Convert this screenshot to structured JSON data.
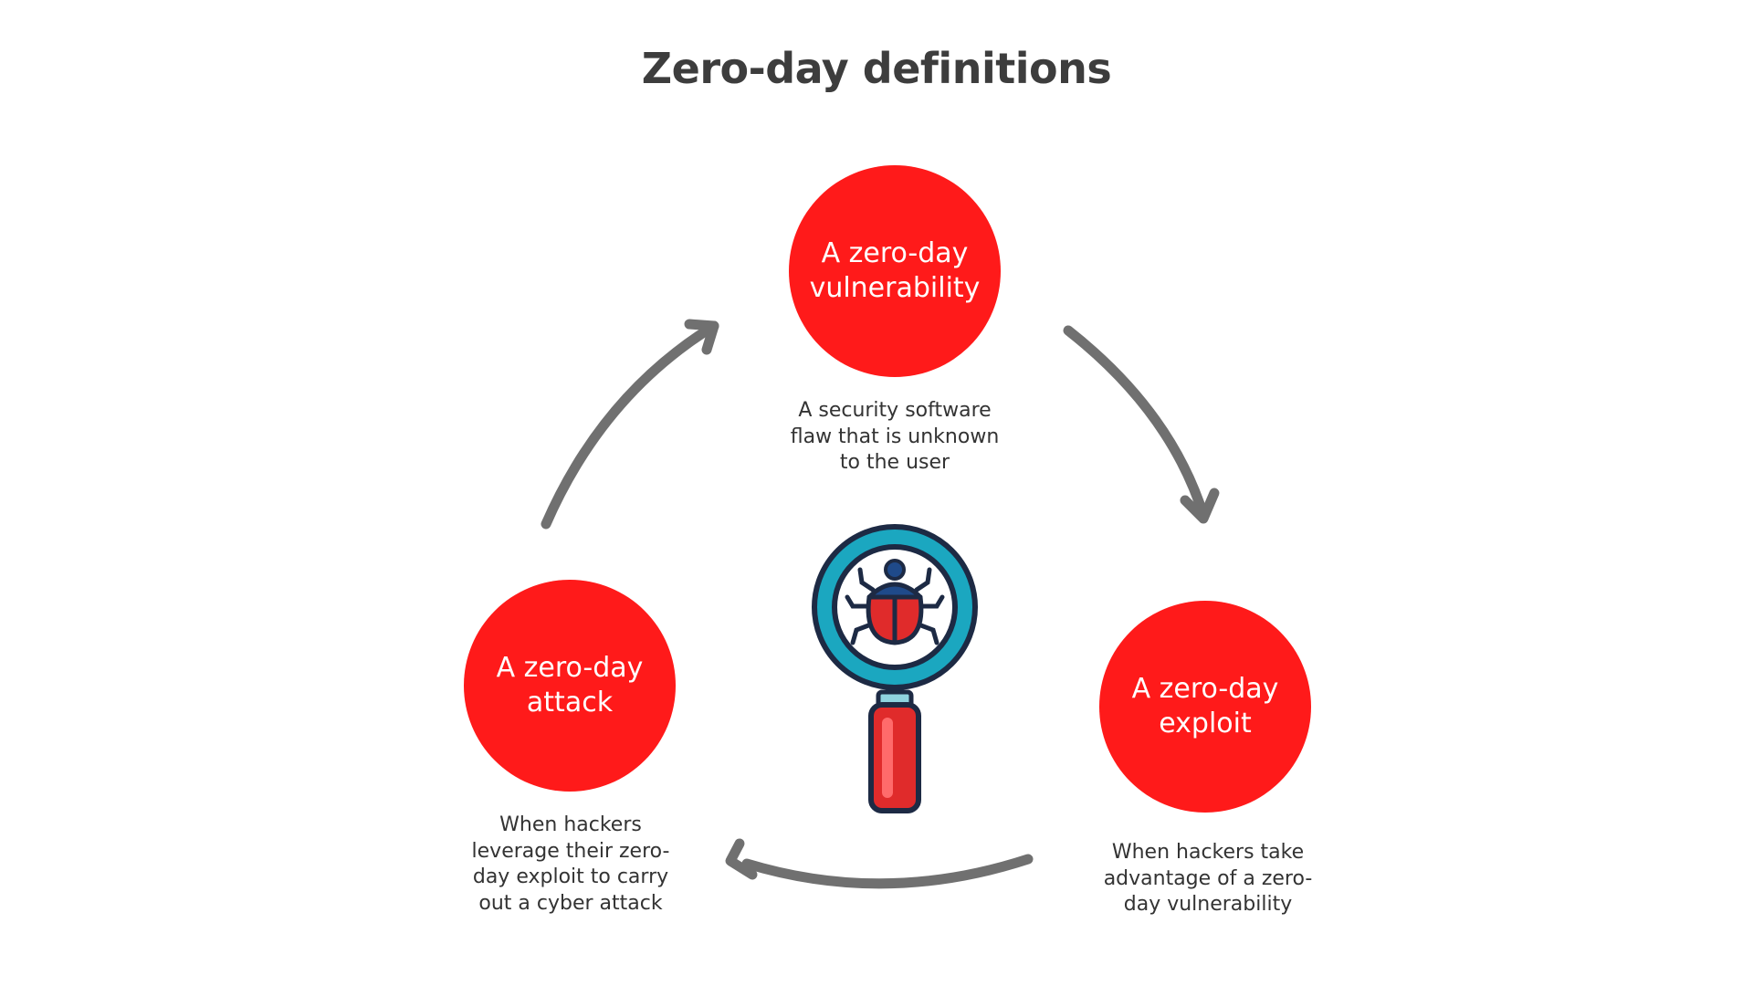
{
  "title": "Zero-day definitions",
  "nodes": [
    {
      "label": "A zero-day vulnerability",
      "description": "A security software flaw that is unknown to the user"
    },
    {
      "label": "A zero-day exploit",
      "description": "When hackers take advantage of a zero-day vulnerability"
    },
    {
      "label": "A zero-day attack",
      "description": "When hackers leverage their zero-day exploit to carry out a cyber attack"
    }
  ],
  "colors": {
    "node_fill": "#ff1a1a",
    "arrow": "#707070",
    "title": "#3d3d3d",
    "text": "#333333",
    "magnifier_ring": "#1ba7c0",
    "handle": "#e02b2b"
  },
  "icons": {
    "center": "magnifying-glass-bug-icon"
  }
}
